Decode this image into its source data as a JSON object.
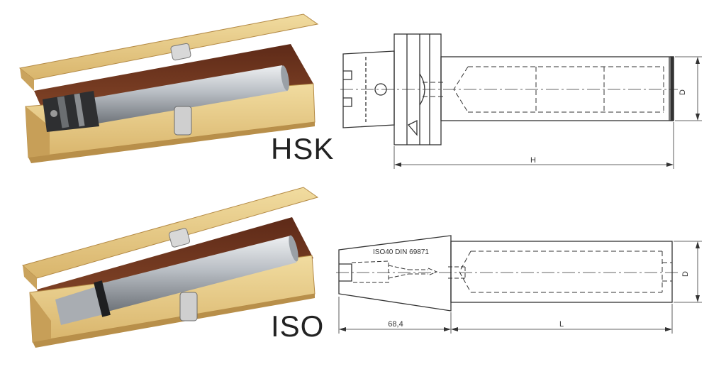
{
  "sections": {
    "hsk": {
      "label": "HSK",
      "dims": {
        "length": "H",
        "diameter": "D"
      }
    },
    "iso": {
      "label": "ISO",
      "standard_text": "ISO40 DIN 69871",
      "dims": {
        "taper_length": "68,4",
        "length": "L",
        "diameter": "D"
      }
    }
  },
  "colors": {
    "wood": "#e8cf8e",
    "wood_dark": "#c9a35a",
    "wood_inner": "#7a3b25",
    "steel": "#c8ccd0",
    "line": "#333333"
  }
}
